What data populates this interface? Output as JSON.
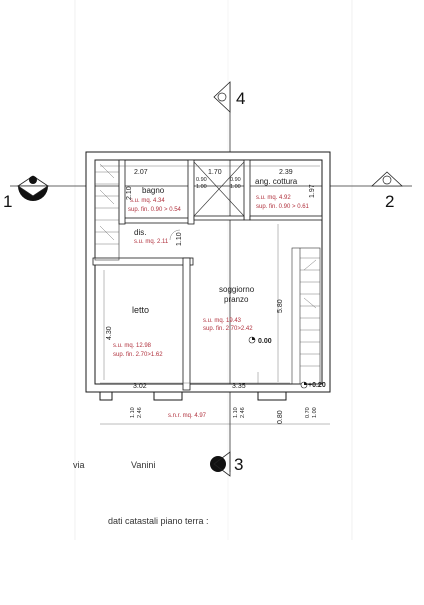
{
  "rooms": {
    "bagno": {
      "name": "bagno",
      "su": "s.u. mq. 4.34",
      "fin": "sup. fin. 0.90 > 0.54"
    },
    "cottura": {
      "name": "ang. cottura",
      "su": "s.u. mq. 4.92",
      "fin": "sup. fin. 0.90 > 0.61"
    },
    "dis": {
      "name": "dis.",
      "su": "s.u. mq. 2.11"
    },
    "letto": {
      "name": "letto",
      "su": "s.u. mq. 12.98",
      "fin": "sup. fin. 2.70>1.62"
    },
    "soggiorno": {
      "name1": "soggiorno",
      "name2": "pranzo",
      "su": "s.u. mq. 19.43",
      "fin": "sup. fin. 2.70>2.42"
    },
    "snr": "s.n.r. mq. 4.97"
  },
  "dimensions": {
    "top_left": "2.07",
    "top_mid": "1.70",
    "top_right": "2.39",
    "small_090_a": "0.90",
    "small_100_a": "1.00",
    "small_090_b": "0.90",
    "small_100_b": "1.00",
    "left_210": "2.10",
    "right_197": "1.97",
    "dis_110": "1.10",
    "left_430": "4.30",
    "mid_580": "5.80",
    "bottom_302": "3.02",
    "bottom_335": "3.35",
    "b_110_a": "1.10",
    "b_246_a": "2.46",
    "b_110_b": "1.10",
    "b_246_b": "2.46",
    "b_080": "0.80",
    "b_070": "0.70",
    "b_100": "1.00",
    "level_000": "0.00",
    "level_020": "+0.20"
  },
  "sections": {
    "n1": "1",
    "n2": "2",
    "n3": "3",
    "n4": "4"
  },
  "address": {
    "via": "via",
    "name": "Vanini"
  },
  "footer": "dati catastali piano terra :"
}
